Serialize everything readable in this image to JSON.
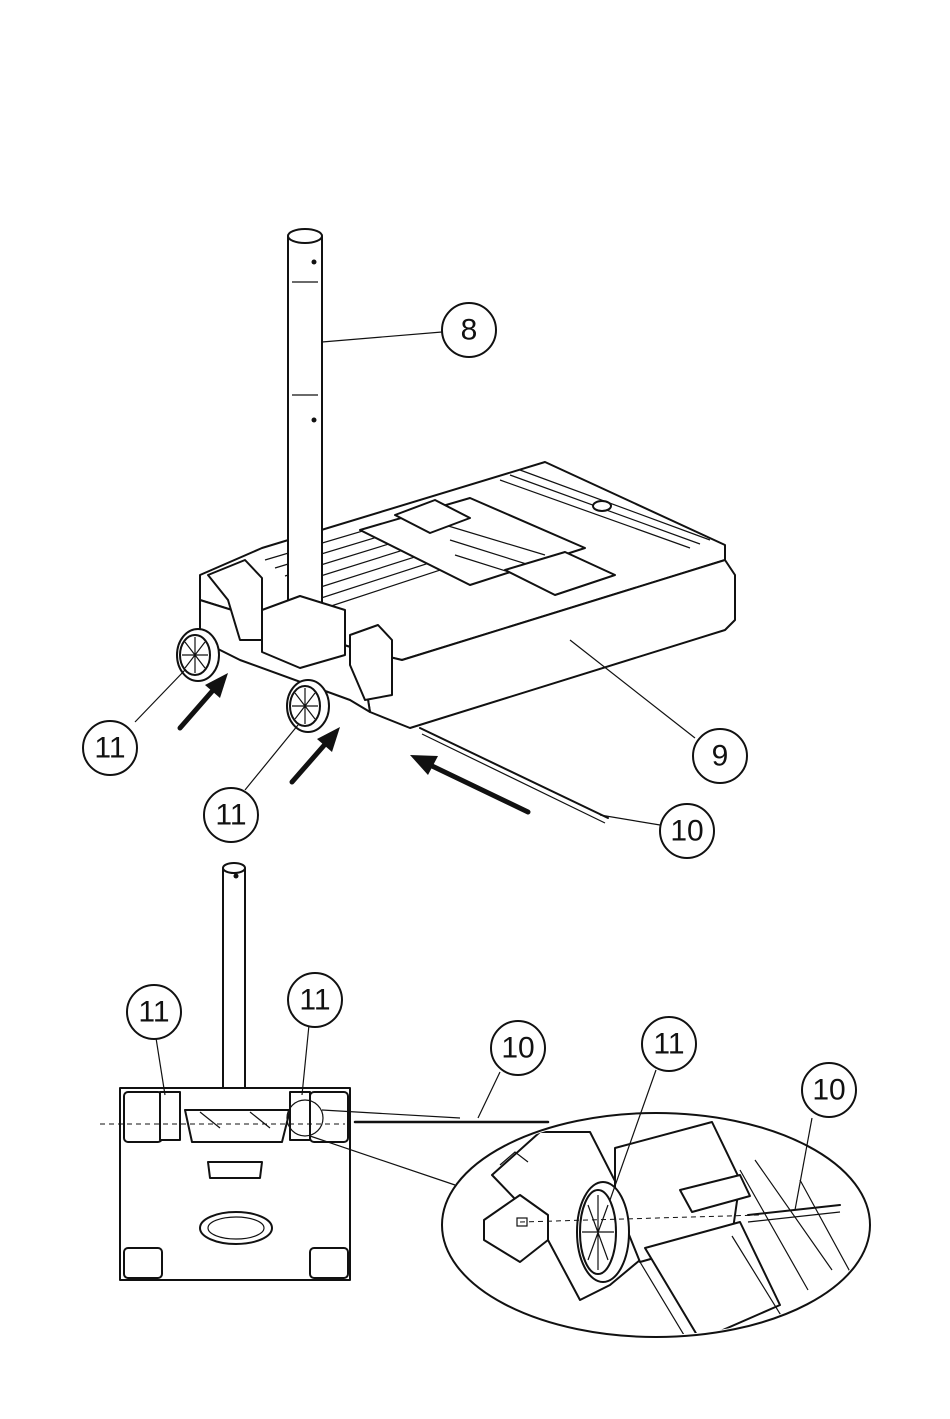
{
  "callouts": {
    "pole": "8",
    "base": "9",
    "axle_top": "10",
    "wheel_left_top": "11",
    "wheel_right_top": "11",
    "wheel_left_bottom": "11",
    "wheel_right_bottom": "11",
    "axle_bottom": "10",
    "wheel_detail": "11",
    "axle_detail": "10"
  }
}
